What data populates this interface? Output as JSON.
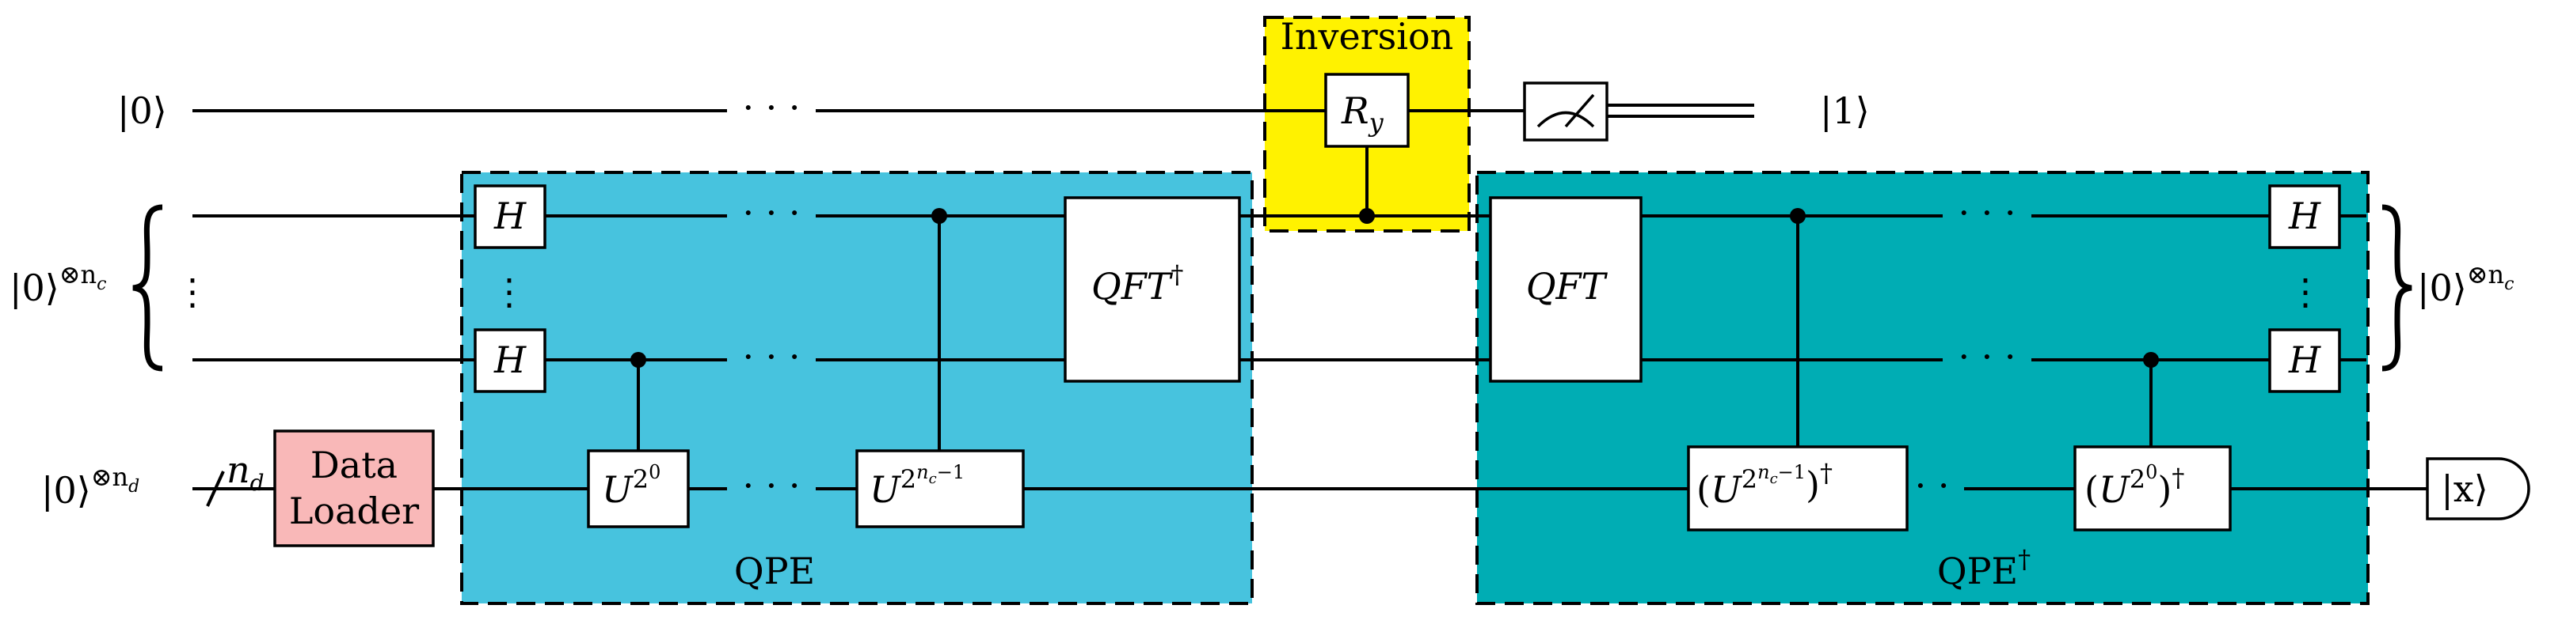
{
  "colors": {
    "qpe_fill": "#47c3de",
    "qpe_inverse_fill": "#00adb4",
    "inversion_fill": "#fff200",
    "data_loader_fill": "#f9b8b8"
  },
  "inputs": {
    "ancilla": "|0⟩",
    "clock_base": "|0⟩",
    "clock_exp": "⊗n",
    "clock_exp_sub": "c",
    "data_base": "|0⟩",
    "data_exp": "⊗n",
    "data_exp_sub": "d"
  },
  "outputs": {
    "ancilla_result": "|1⟩",
    "clock_base": "|0⟩",
    "clock_exp": "⊗n",
    "clock_exp_sub": "c",
    "data_result": "|x⟩"
  },
  "bus": {
    "label": "n",
    "label_sub": "d"
  },
  "blocks": {
    "inversion_title": "Inversion",
    "qpe_title": "QPE",
    "qpe_inverse_title": "QPE",
    "qpe_inverse_dagger": "†",
    "data_loader_line1": "Data",
    "data_loader_line2": "Loader"
  },
  "gates": {
    "h": "H",
    "ry": "R",
    "ry_sub": "y",
    "qft": "QFT",
    "qft_inverse": "QFT",
    "dagger": "†",
    "u_base": "U",
    "u_exp_first": "2",
    "u_exp_first_sup": "0",
    "u_exp_last": "2",
    "u_exp_last_sup": "n",
    "u_exp_last_sub": "c",
    "u_exp_last_tail": "−1",
    "paren_open": "(",
    "paren_close": ")"
  },
  "ellipsis": {
    "horizontal": "· · ·",
    "vertical": "⋮"
  }
}
